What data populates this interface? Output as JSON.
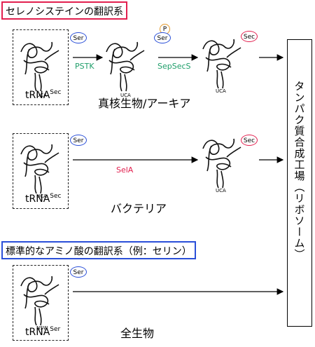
{
  "sections": {
    "sec_title": "セレノシステインの翻訳系",
    "std_title": "標準的なアミノ酸の翻訳系（例：セリン）"
  },
  "rows": {
    "eukaryote_label": "真核生物/アーキア",
    "bacteria_label": "バクテリア",
    "all_label": "全生物"
  },
  "trna": {
    "sec_main": "tRNA",
    "sec_sup": "Sec",
    "ser_main": "tRNA",
    "ser_sup": "Ser",
    "anticodon_sec": "UCA",
    "anticodon_ser": "NSW"
  },
  "amino_acids": {
    "ser": "Ser",
    "sec": "Sec",
    "phospho": "P"
  },
  "enzymes": {
    "pstk": "PSTK",
    "sepsecs": "SepSecS",
    "sela": "SelA"
  },
  "ribosome": {
    "label": "タンパク質合成工場（リボソーム）"
  },
  "colors": {
    "sec_title_border": "#e2204f",
    "std_title_border": "#2a4fd8",
    "ser_circle": "#2a4fd8",
    "sec_circle": "#e2204f",
    "phospho_circle": "#e39a2d",
    "enzyme_green": "#1f9e6a",
    "enzyme_red": "#e2204f"
  }
}
